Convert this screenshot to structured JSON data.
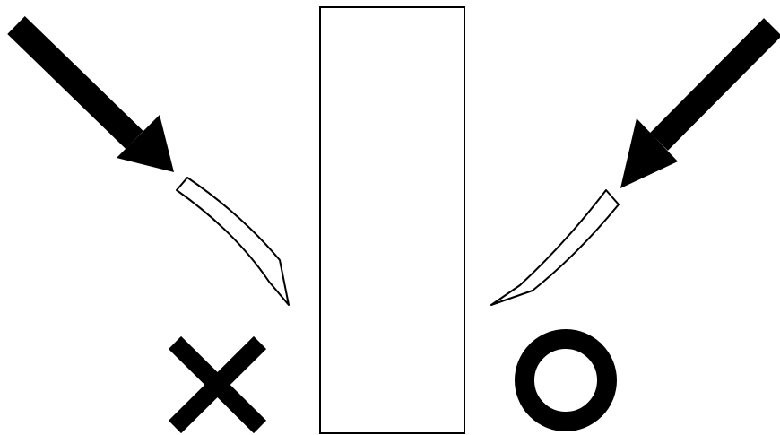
{
  "diagram": {
    "colors": {
      "background": "#ffffff",
      "ink": "#000000"
    },
    "left_panel": {
      "marker": "cross-icon",
      "meaning": "incorrect"
    },
    "right_panel": {
      "marker": "circle-icon",
      "meaning": "correct"
    },
    "center_object": "rectangle-block"
  }
}
